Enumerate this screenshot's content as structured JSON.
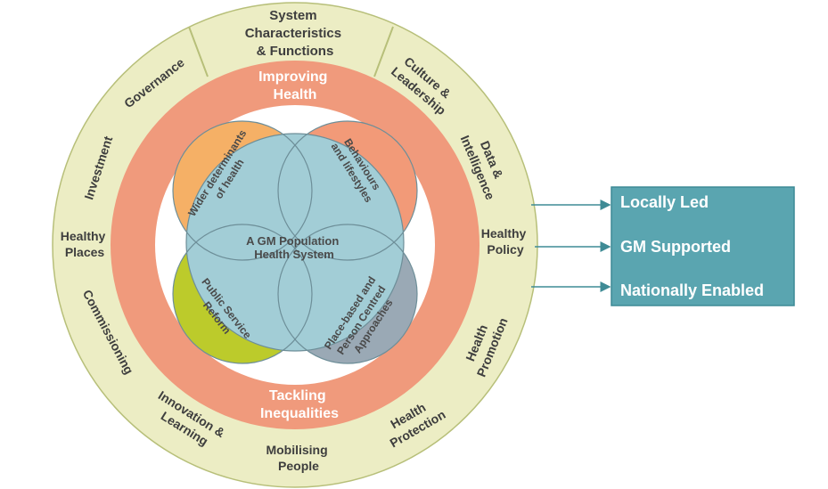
{
  "outer_ring": {
    "top_segment": [
      "System",
      "Characteristics",
      "& Functions"
    ],
    "governance": "Governance",
    "culture_leadership": [
      "Culture &",
      "Leadership"
    ],
    "investment": "Investment",
    "data_intelligence": [
      "Data &",
      "Intelligence"
    ],
    "healthy_places": [
      "Healthy",
      "Places"
    ],
    "healthy_policy": [
      "Healthy",
      "Policy"
    ],
    "commissioning": "Commissioning",
    "health_promotion": [
      "Health",
      "Promotion"
    ],
    "innovation_learning": [
      "Innovation &",
      "Learning"
    ],
    "health_protection": [
      "Health",
      "Protection"
    ],
    "mobilising_people": [
      "Mobilising",
      "People"
    ]
  },
  "middle_ring": {
    "top": [
      "Improving",
      "Health"
    ],
    "bottom": [
      "Tackling",
      "Inequalities"
    ]
  },
  "petals": {
    "top_left": [
      "Wider determinants",
      "of health"
    ],
    "top_right": [
      "Behaviours",
      "and lifestyles"
    ],
    "bottom_left": [
      "Public Service",
      "Reform"
    ],
    "bottom_right": [
      "Place-based and",
      "Person Centred",
      "Approaches"
    ]
  },
  "center": [
    "A GM Population",
    "Health System"
  ],
  "side_box": {
    "items": [
      "Locally Led",
      "GM Supported",
      "Nationally Enabled"
    ]
  },
  "colors": {
    "outer_ring": "#ecedc4",
    "outer_ring_stroke": "#b7bf79",
    "middle_ring": "#f09a7c",
    "inner_circle": "#ffffff",
    "petal_orange": "#f5b066",
    "petal_salmon": "#f29a78",
    "petal_olive": "#bccb2b",
    "petal_grey": "#9aa9b5",
    "petal_blue": "#a2cdd6",
    "box_fill": "#5aa5b0",
    "box_stroke": "#3d8a96",
    "arrow": "#3f8b95"
  }
}
